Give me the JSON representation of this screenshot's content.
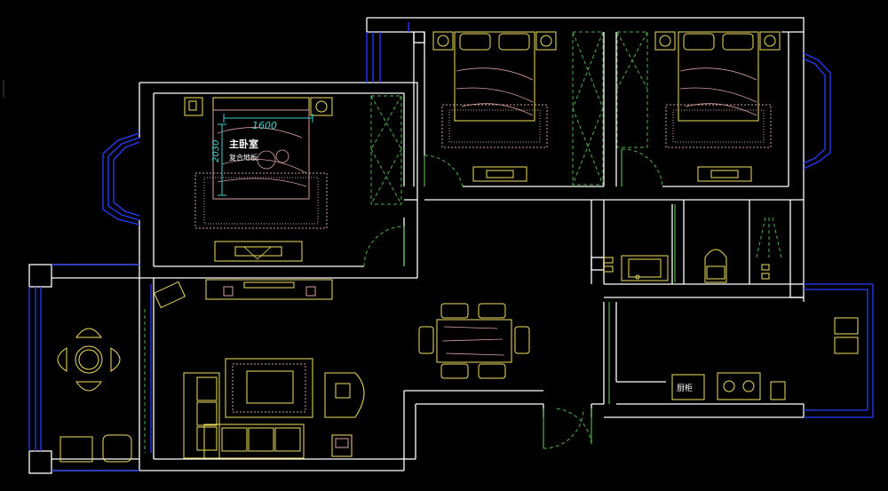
{
  "labels": {
    "master_bedroom": "主卧室",
    "master_bedroom_floor": "复合地板",
    "dim_width": "1600",
    "dim_height": "2030",
    "kitchen_appliance": "厨柜"
  },
  "colors": {
    "background": "#000000",
    "wall": "#ffffff",
    "furniture": "#f0e060",
    "detail": "#d8a0a0",
    "door": "#4fb04f",
    "window": "#2a3cff",
    "dimension": "#40d0d0",
    "text": "#ffffff"
  }
}
